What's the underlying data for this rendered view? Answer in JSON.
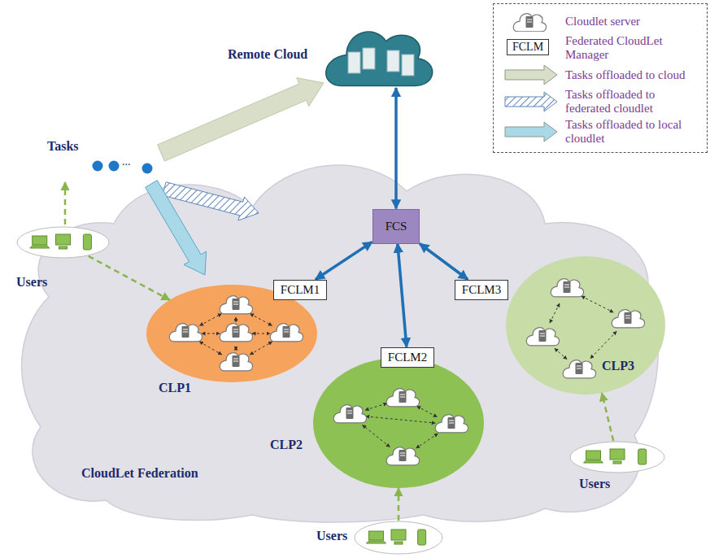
{
  "diagram": {
    "nodes": [
      {
        "text": [
          "Remote Cloud"
        ]
      },
      {
        "text": [
          "CloudLet Federation"
        ]
      },
      {
        "text": [
          "FCS"
        ],
        "in": 1
      },
      {
        "text": [
          "FCLM1"
        ],
        "in": 1
      },
      {
        "text": [
          "CLP1"
        ],
        "in": 1
      },
      {
        "text": [
          "FCLM2"
        ],
        "in": 1
      },
      {
        "text": [
          "CLP2"
        ],
        "in": 1
      },
      {
        "text": [
          "FCLM3"
        ],
        "in": 1
      },
      {
        "text": [
          "CLP3"
        ],
        "in": 1
      },
      {
        "text": [
          "Users"
        ]
      },
      {
        "text": [
          "Users"
        ]
      },
      {
        "text": [
          "Users"
        ]
      }
    ],
    "edges": [
      {
        "from": 2,
        "to": 0,
        "arrow": "both"
      },
      {
        "from": 3,
        "to": 2,
        "arrow": "both"
      },
      {
        "from": 5,
        "to": 2,
        "arrow": "both"
      },
      {
        "from": 7,
        "to": 2,
        "arrow": "both"
      },
      {
        "from": 9,
        "to": 4,
        "arrow": "to"
      },
      {
        "from": 10,
        "to": 6,
        "arrow": "to"
      },
      {
        "from": 11,
        "to": 8,
        "arrow": "to"
      }
    ],
    "labels": [
      "Tasks",
      "...",
      "FCLM"
    ],
    "legend": [
      {
        "text": "Cloudlet server"
      },
      {
        "text": "Federated CloudLet Manager"
      },
      {
        "text": "Tasks offloaded to cloud",
        "color": "#d8dec8"
      },
      {
        "text": "Tasks offloaded to federated cloudlet"
      },
      {
        "text": "Tasks offloaded to local cloudlet",
        "color": "#a9d8e8"
      }
    ]
  }
}
